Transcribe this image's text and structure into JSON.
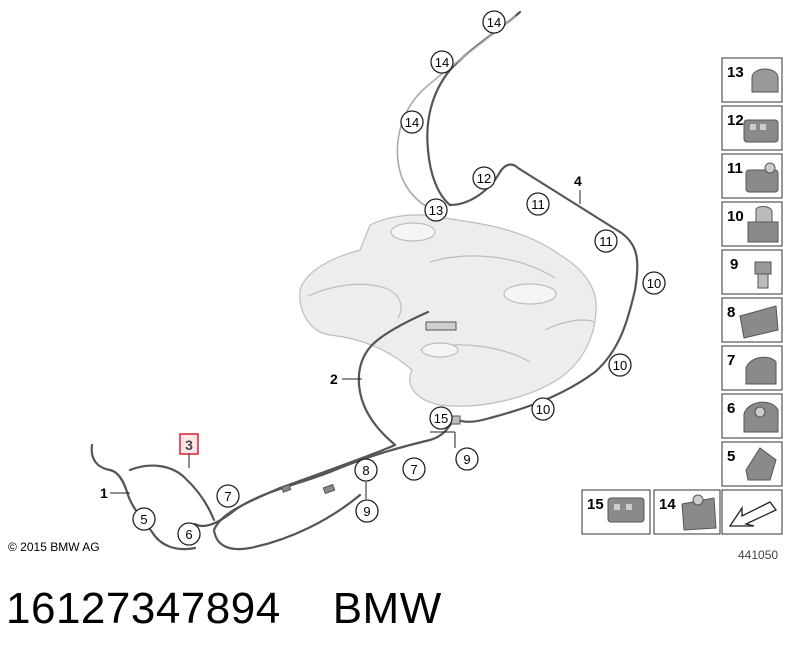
{
  "callouts": [
    {
      "label": "14"
    },
    {
      "label": "14"
    },
    {
      "label": "14"
    },
    {
      "label": "13"
    },
    {
      "label": "12"
    },
    {
      "label": "11"
    },
    {
      "label": "11"
    },
    {
      "label": "10"
    },
    {
      "label": "10"
    },
    {
      "label": "10"
    },
    {
      "label": "15"
    },
    {
      "label": "9"
    },
    {
      "label": "8"
    },
    {
      "label": "9"
    },
    {
      "label": "7"
    },
    {
      "label": "7"
    },
    {
      "label": "5"
    },
    {
      "label": "6"
    }
  ],
  "leaders": [
    {
      "label": "4"
    },
    {
      "label": "2"
    },
    {
      "label": "1"
    },
    {
      "label": "3",
      "highlighted": true
    }
  ],
  "legend": {
    "right_column": [
      {
        "label": "13"
      },
      {
        "label": "12"
      },
      {
        "label": "11"
      },
      {
        "label": "10"
      },
      {
        "label": "9"
      },
      {
        "label": "8"
      },
      {
        "label": "7"
      },
      {
        "label": "6"
      },
      {
        "label": "5"
      }
    ],
    "bottom_row": [
      {
        "label": "15"
      },
      {
        "label": "14"
      }
    ]
  },
  "colors": {
    "highlight": "#d9232d",
    "line": "#555555",
    "part": "#8a8a8a",
    "tank_fill": "#ededed"
  },
  "footer": {
    "copyright": "© 2015 BMW AG",
    "drawing_number": "441050",
    "part_number": "16127347894",
    "brand": "BMW"
  }
}
